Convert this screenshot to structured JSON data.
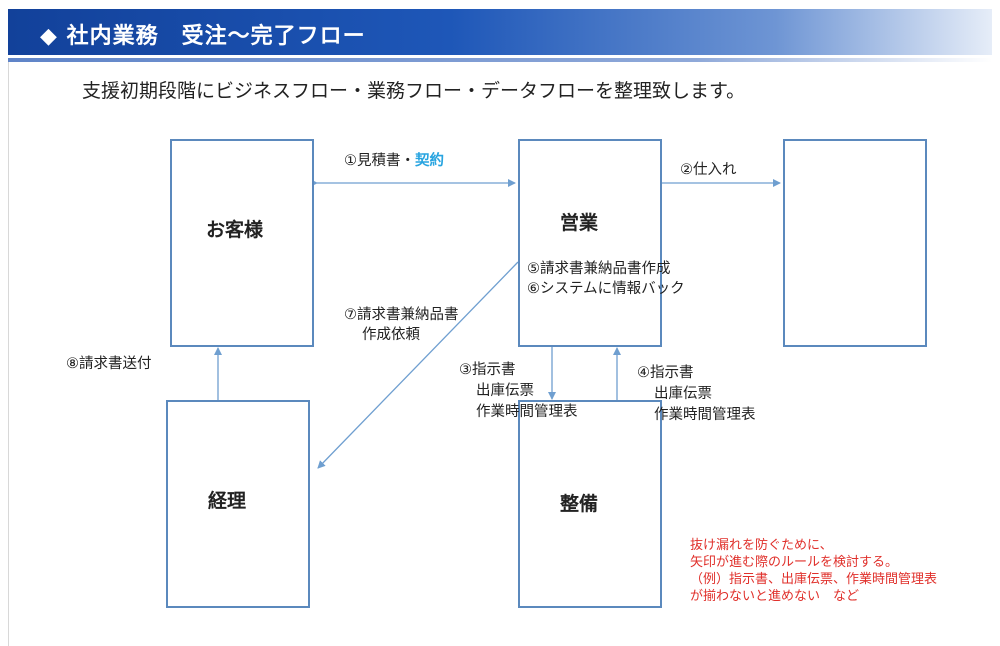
{
  "header": {
    "bullet": "◆",
    "title": "社内業務　受注〜完了フロー"
  },
  "subtitle": "支援初期段階にビジネスフロー・業務フロー・データフローを整理致します。",
  "nodes": {
    "customer": "お客様",
    "sales": "営業",
    "accounting": "経理",
    "maintenance": "整備",
    "supplier": ""
  },
  "edges": {
    "e1_prefix": "①見積書・",
    "e1_highlight": "契約",
    "e2": "②仕入れ",
    "e3": [
      "③指示書",
      "出庫伝票",
      "作業時間管理表"
    ],
    "e4": [
      "④指示書",
      "出庫伝票",
      "作業時間管理表"
    ],
    "e5": "⑤請求書兼納品書作成",
    "e6": "⑥システムに情報バック",
    "e7": [
      "⑦請求書兼納品書",
      "作成依頼"
    ],
    "e8": "⑧請求書送付"
  },
  "note": [
    "抜け漏れを防ぐために、",
    "矢印が進む際のルールを検討する。",
    "（例）指示書、出庫伝票、作業時間管理表",
    "が揃わないと進めない　など"
  ],
  "colors": {
    "box_border": "#5b89bd",
    "arrow": "#6f9fd0",
    "highlight": "#28a4e0",
    "note": "#e0302b",
    "header": "#12419a"
  }
}
